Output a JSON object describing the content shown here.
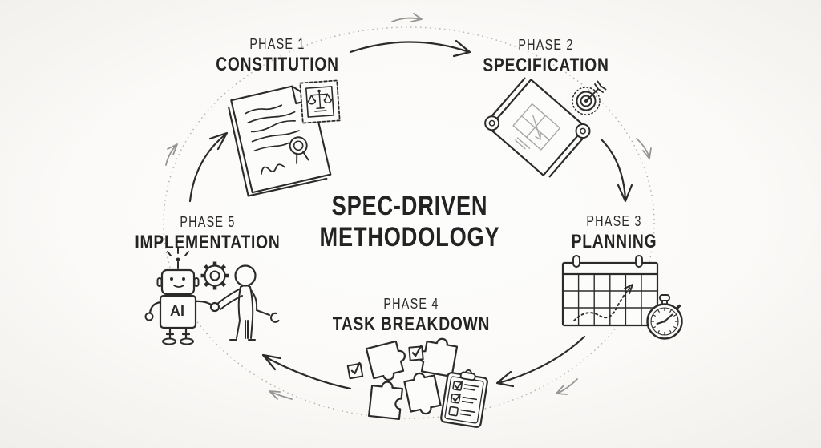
{
  "diagram": {
    "title_line1": "SPEC-DRIVEN",
    "title_line2": "METHODOLOGY"
  },
  "phases": [
    {
      "label": "PHASE 1",
      "name": "CONSTITUTION",
      "icon": "document-with-ribbon-seal-and-scales-stamp"
    },
    {
      "label": "PHASE 2",
      "name": "SPECIFICATION",
      "icon": "blueprint-scroll-with-bullseye-target"
    },
    {
      "label": "PHASE 3",
      "name": "PLANNING",
      "icon": "calendar-with-dotted-route-and-stopwatch"
    },
    {
      "label": "PHASE 4",
      "name": "TASK BREAKDOWN",
      "icon": "puzzle-pieces-checkboxes-and-clipboard"
    },
    {
      "label": "PHASE 5",
      "name": "IMPLEMENTATION",
      "icon": "robot-human-handshake-with-gear"
    }
  ],
  "robot": {
    "chest_text": "AI"
  },
  "colors": {
    "ink": "#2b2b2b",
    "gray_arrow": "#979593",
    "dotted_ring": "#b7b4b0",
    "paper": "#fcfcfb",
    "background_edge": "#f1efeb"
  }
}
